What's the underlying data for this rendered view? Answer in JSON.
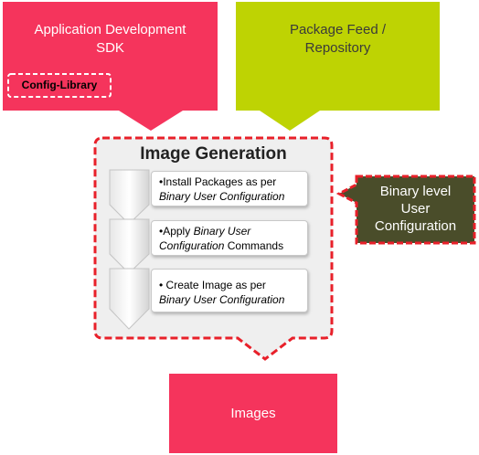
{
  "colors": {
    "pink": "#f5345c",
    "green": "#bed303",
    "olive": "#4a4d2a",
    "dash_red": "#e8202a",
    "panel_gray": "#efefef"
  },
  "app_sdk": {
    "title_line1": "Application Development",
    "title_line2": "SDK",
    "config_library": "Config-Library"
  },
  "package_feed": {
    "title_line1": "Package Feed /",
    "title_line2": "Repository"
  },
  "image_generation": {
    "title": "Image Generation",
    "steps": [
      {
        "line1": "•Install Packages as per",
        "line2_italic": "Binary User Configuration",
        "line2_rest": ""
      },
      {
        "line1_prefix": "•Apply ",
        "line1_italic": "Binary User",
        "line2_italic": "Configuration",
        "line2_rest": " Commands"
      },
      {
        "line1": "• Create Image as per",
        "line2_italic": "Binary User Configuration",
        "line2_rest": ""
      }
    ]
  },
  "binary_config": {
    "line1": "Binary level",
    "line2": "User",
    "line3": "Configuration"
  },
  "images": {
    "label": "Images"
  }
}
